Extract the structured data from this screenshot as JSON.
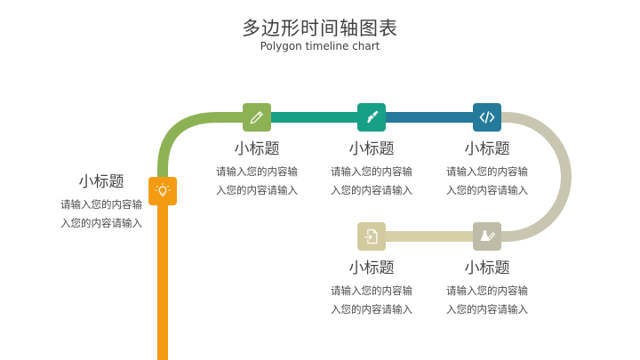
{
  "header": {
    "title": "多边形时间轴图表",
    "subtitle": "Polygon timeline chart"
  },
  "colors": {
    "orange": "#F39C12",
    "green": "#8DB255",
    "teal": "#17A086",
    "blue": "#247A9B",
    "gray": "#C8C5B0",
    "beige": "#D6D0A8"
  },
  "nodes": [
    {
      "icon": "lightbulb-icon",
      "heading": "小标题",
      "line1": "请输入您的内容输",
      "line2": "入您的内容请输入",
      "color": "#F39C12"
    },
    {
      "icon": "pencil-icon",
      "heading": "小标题",
      "line1": "请输入您的内容输",
      "line2": "入您的内容请输入",
      "color": "#8DB255"
    },
    {
      "icon": "paint-brush-icon",
      "heading": "小标题",
      "line1": "请输入您的内容输",
      "line2": "入您的内容请输入",
      "color": "#17A086"
    },
    {
      "icon": "code-icon",
      "heading": "小标题",
      "line1": "请输入您的内容输",
      "line2": "入您的内容请输入",
      "color": "#247A9B"
    },
    {
      "icon": "flask-pen-icon",
      "heading": "小标题",
      "line1": "请输入您的内容输",
      "line2": "入您的内容请输入",
      "color": "#BEBBA6"
    },
    {
      "icon": "file-import-icon",
      "heading": "小标题",
      "line1": "请输入您的内容输",
      "line2": "入您的内容请输入",
      "color": "#D2CBA0"
    }
  ]
}
